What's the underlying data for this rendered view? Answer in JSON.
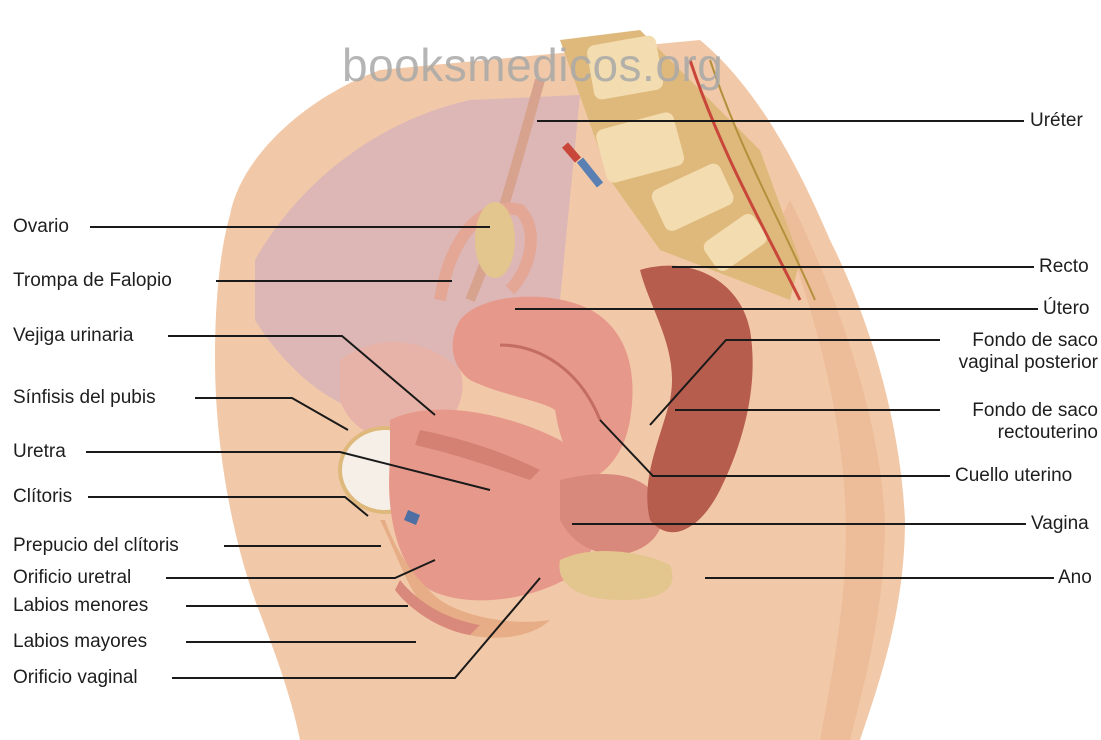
{
  "watermark": "booksmedicos.org",
  "labels_left": [
    {
      "id": "ovario",
      "text": "Ovario"
    },
    {
      "id": "trompa",
      "text": "Trompa de Falopio"
    },
    {
      "id": "vejiga",
      "text": "Vejiga urinaria"
    },
    {
      "id": "sinfisis",
      "text": "Sínfisis del pubis"
    },
    {
      "id": "uretra",
      "text": "Uretra"
    },
    {
      "id": "clitoris",
      "text": "Clítoris"
    },
    {
      "id": "prepucio",
      "text": "Prepucio del clítoris"
    },
    {
      "id": "orificio_uretral",
      "text": "Orificio uretral"
    },
    {
      "id": "labios_menores",
      "text": "Labios menores"
    },
    {
      "id": "labios_mayores",
      "text": "Labios mayores"
    },
    {
      "id": "orificio_vaginal",
      "text": "Orificio vaginal"
    }
  ],
  "labels_right": [
    {
      "id": "ureter",
      "text": "Uréter"
    },
    {
      "id": "recto",
      "text": "Recto"
    },
    {
      "id": "utero",
      "text": "Útero"
    },
    {
      "id": "fondo_posterior",
      "text": "Fondo de saco vaginal posterior"
    },
    {
      "id": "fondo_recto",
      "text": "Fondo de saco rectouterino"
    },
    {
      "id": "cuello",
      "text": "Cuello uterino"
    },
    {
      "id": "vagina",
      "text": "Vagina"
    },
    {
      "id": "ano",
      "text": "Ano"
    }
  ],
  "colors": {
    "skin": "#f2c9a8",
    "skin_dark": "#e6ad86",
    "cavity": "#dcb7b5",
    "bone": "#f3ddb0",
    "bone_dark": "#dfb97c",
    "muscle": "#e6998a",
    "muscle_dark": "#c46d61",
    "rectum": "#b75d4e",
    "ovary": "#e3c58e",
    "vessel_blue": "#5a7fb2",
    "vessel_red": "#c8463a",
    "leader": "#1a1a1a"
  }
}
